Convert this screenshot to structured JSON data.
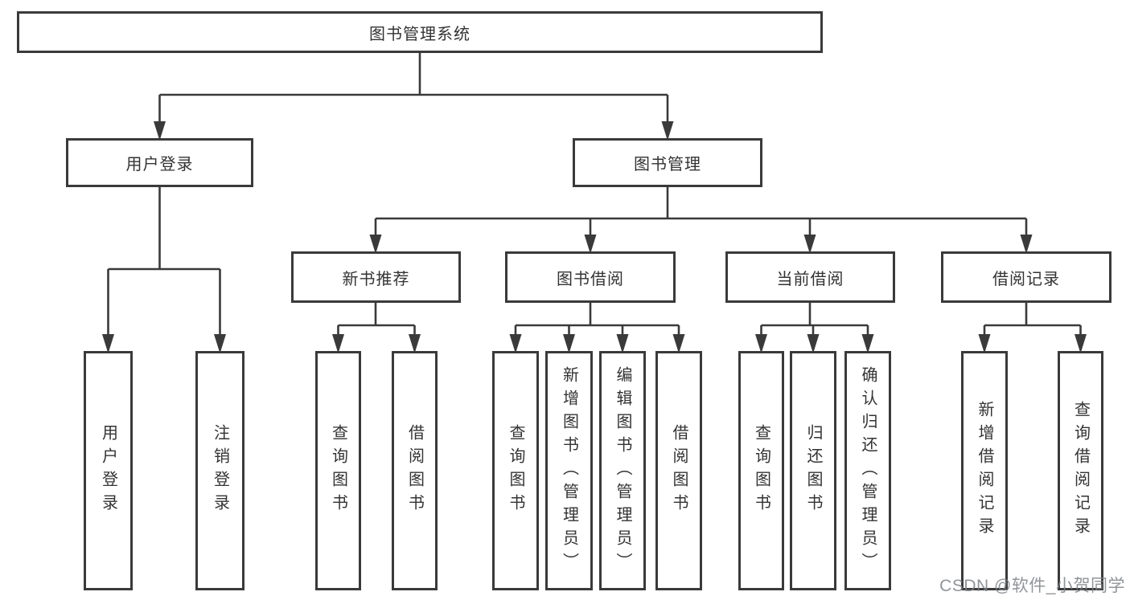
{
  "diagram": {
    "nodes": [
      {
        "id": "root",
        "label": "图书管理系统"
      },
      {
        "id": "user-login",
        "label": "用户登录"
      },
      {
        "id": "book-mgmt",
        "label": "图书管理"
      },
      {
        "id": "new-book-rec",
        "label": "新书推荐"
      },
      {
        "id": "book-borrow",
        "label": "图书借阅"
      },
      {
        "id": "current-borrow",
        "label": "当前借阅"
      },
      {
        "id": "borrow-records",
        "label": "借阅记录"
      },
      {
        "id": "leaf-user-login",
        "label": "用户登录"
      },
      {
        "id": "leaf-logout",
        "label": "注销登录"
      },
      {
        "id": "leaf-query-books-1",
        "label": "查询图书"
      },
      {
        "id": "leaf-borrow-books-1",
        "label": "借阅图书"
      },
      {
        "id": "leaf-query-books-2",
        "label": "查询图书"
      },
      {
        "id": "leaf-add-book",
        "label": "新增图书（管理员）"
      },
      {
        "id": "leaf-edit-book",
        "label": "编辑图书（管理员）"
      },
      {
        "id": "leaf-borrow-books-2",
        "label": "借阅图书"
      },
      {
        "id": "leaf-query-books-3",
        "label": "查询图书"
      },
      {
        "id": "leaf-return-book",
        "label": "归还图书"
      },
      {
        "id": "leaf-confirm-return",
        "label": "确认归还（管理员）"
      },
      {
        "id": "leaf-add-borrow-record",
        "label": "新增借阅记录"
      },
      {
        "id": "leaf-query-borrow-record",
        "label": "查询借阅记录"
      }
    ],
    "edges": [
      [
        "root",
        "user-login"
      ],
      [
        "root",
        "book-mgmt"
      ],
      [
        "user-login",
        "leaf-user-login"
      ],
      [
        "user-login",
        "leaf-logout"
      ],
      [
        "book-mgmt",
        "new-book-rec"
      ],
      [
        "book-mgmt",
        "book-borrow"
      ],
      [
        "book-mgmt",
        "current-borrow"
      ],
      [
        "book-mgmt",
        "borrow-records"
      ],
      [
        "new-book-rec",
        "leaf-query-books-1"
      ],
      [
        "new-book-rec",
        "leaf-borrow-books-1"
      ],
      [
        "book-borrow",
        "leaf-query-books-2"
      ],
      [
        "book-borrow",
        "leaf-add-book"
      ],
      [
        "book-borrow",
        "leaf-edit-book"
      ],
      [
        "book-borrow",
        "leaf-borrow-books-2"
      ],
      [
        "current-borrow",
        "leaf-query-books-3"
      ],
      [
        "current-borrow",
        "leaf-return-book"
      ],
      [
        "current-borrow",
        "leaf-confirm-return"
      ],
      [
        "borrow-records",
        "leaf-add-borrow-record"
      ],
      [
        "borrow-records",
        "leaf-query-borrow-record"
      ]
    ],
    "line_color": "#3a3a3a",
    "text_color": "#333333",
    "background_color": "#ffffff"
  },
  "watermark": {
    "text": "CSDN @软件_小贺同学"
  }
}
